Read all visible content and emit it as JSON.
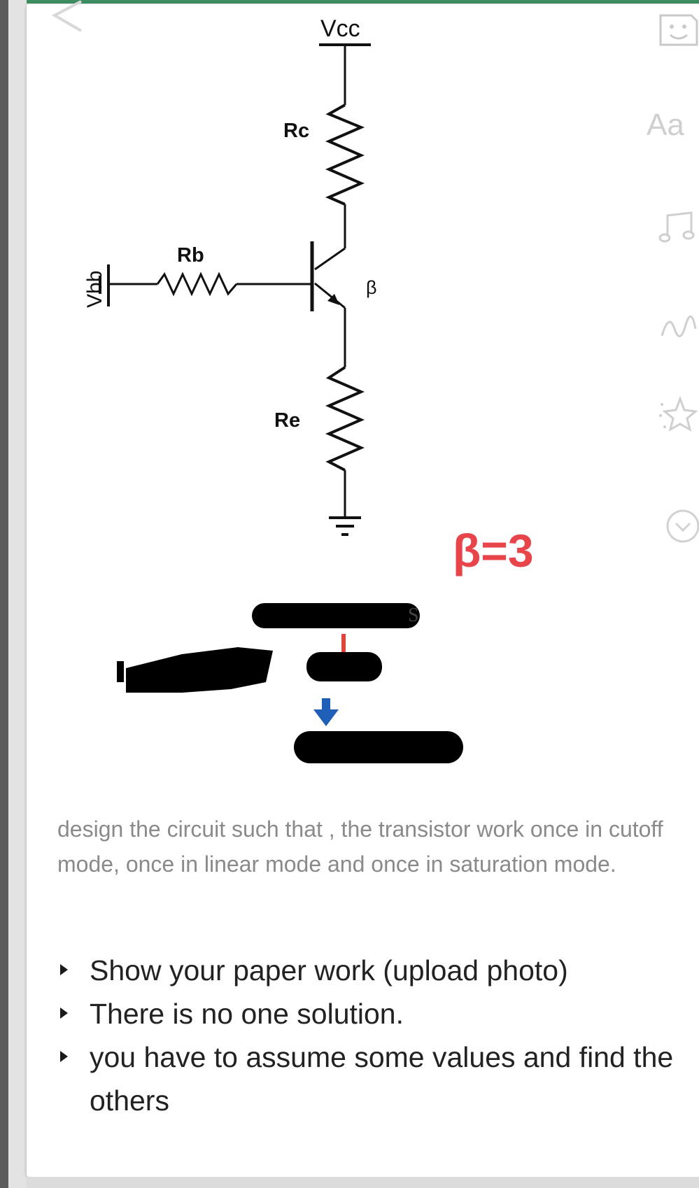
{
  "circuit": {
    "vcc_label": "Vcc",
    "vbb_label": "Vbb",
    "rb_label": "Rb",
    "rc_label": "Rc",
    "re_label": "Re",
    "beta_symbol": "β",
    "beta_value_label": "β=3",
    "beta_color": "#e8454b"
  },
  "question": {
    "text": "design the circuit such that , the transistor work once in cutoff mode, once in linear mode and once in saturation mode."
  },
  "bullets": [
    "Show your paper work (upload photo)",
    "There is no one solution.",
    "you have to assume some values and find the others"
  ],
  "side_toolbar": {
    "font_label": "Aa",
    "icons": [
      "sticker-icon",
      "font-icon",
      "music-icon",
      "draw-icon",
      "effects-icon",
      "expand-chevron-icon"
    ]
  }
}
